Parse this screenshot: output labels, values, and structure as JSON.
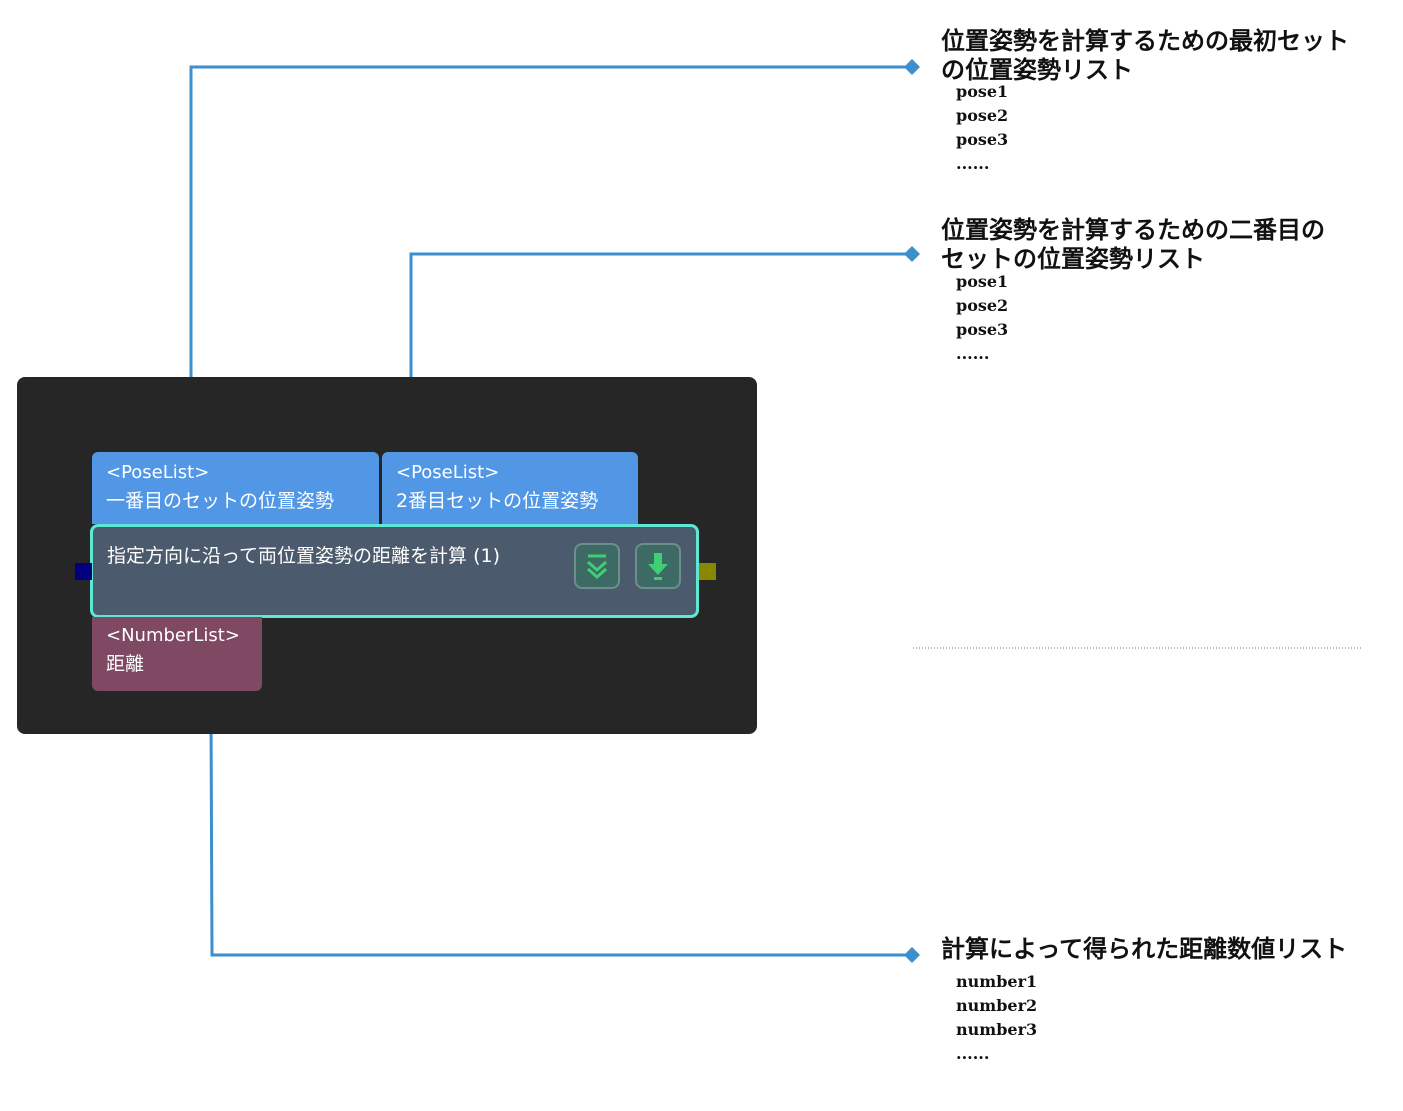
{
  "colors": {
    "connector": "#3d8fce",
    "panel_bg": "#262626",
    "input_port_bg": "#5197e6",
    "output_port_bg": "#7f4863",
    "step_bg": "#4b5a6c",
    "step_border": "#5ee8d4",
    "left_port": "#00007f",
    "right_port": "#888800"
  },
  "node": {
    "inputs": [
      {
        "type": "<PoseList>",
        "name": "一番目のセットの位置姿勢"
      },
      {
        "type": "<PoseList>",
        "name": "2番目セットの位置姿勢"
      }
    ],
    "title": "指定方向に沿って両位置姿勢の距離を計算 (1)",
    "buttons": [
      {
        "icon": "double-chevron-down-icon"
      },
      {
        "icon": "download-arrow-icon"
      }
    ],
    "outputs": [
      {
        "type": "<NumberList>",
        "name": "距離"
      }
    ]
  },
  "annotations": [
    {
      "title_lines": [
        "位置姿勢を計算するための最初セット",
        "の位置姿勢リスト"
      ],
      "items": [
        "pose1",
        "pose2",
        "pose3",
        "......"
      ]
    },
    {
      "title_lines": [
        "位置姿勢を計算するための二番目の",
        "セットの位置姿勢リスト"
      ],
      "items": [
        "pose1",
        "pose2",
        "pose3",
        "......"
      ]
    },
    {
      "title_lines": [
        "計算によって得られた距離数値リスト"
      ],
      "items": [
        "number1",
        "number2",
        "number3",
        "......"
      ]
    }
  ]
}
